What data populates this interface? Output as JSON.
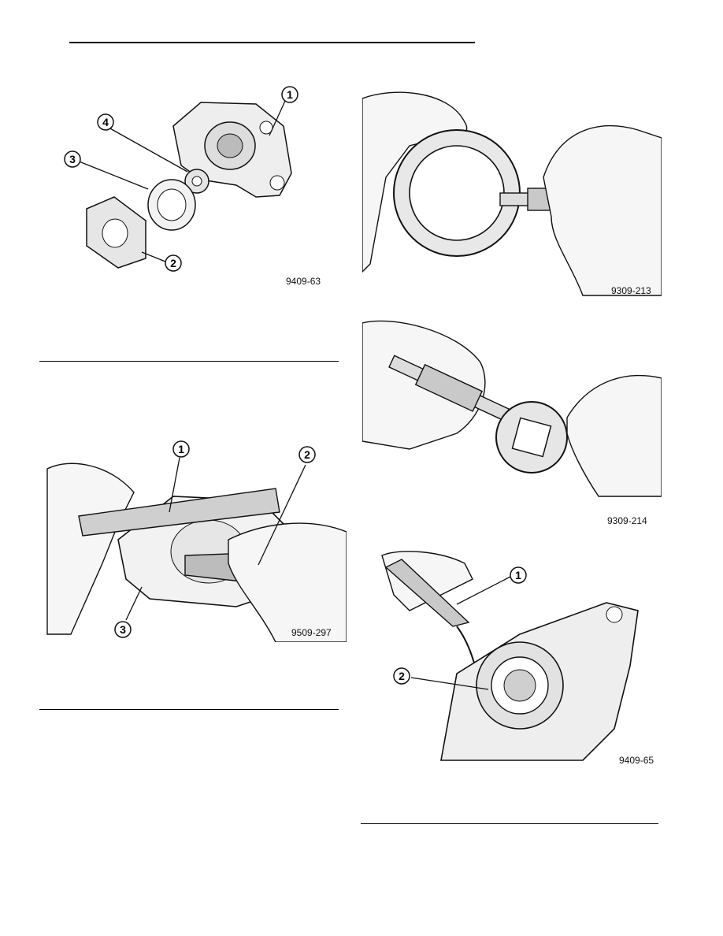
{
  "figures": {
    "oil_pump_exploded": {
      "code": "9409-63",
      "callouts": [
        "1",
        "2",
        "3",
        "4"
      ]
    },
    "outer_rotor_check": {
      "code": "9309-213"
    },
    "inner_rotor_check": {
      "code": "9309-214"
    },
    "cover_flatness_check": {
      "code": "9509-297",
      "callouts": [
        "1",
        "2",
        "3"
      ]
    },
    "rotor_clearance_check": {
      "code": "9409-65",
      "callouts": [
        "1",
        "2"
      ]
    }
  }
}
